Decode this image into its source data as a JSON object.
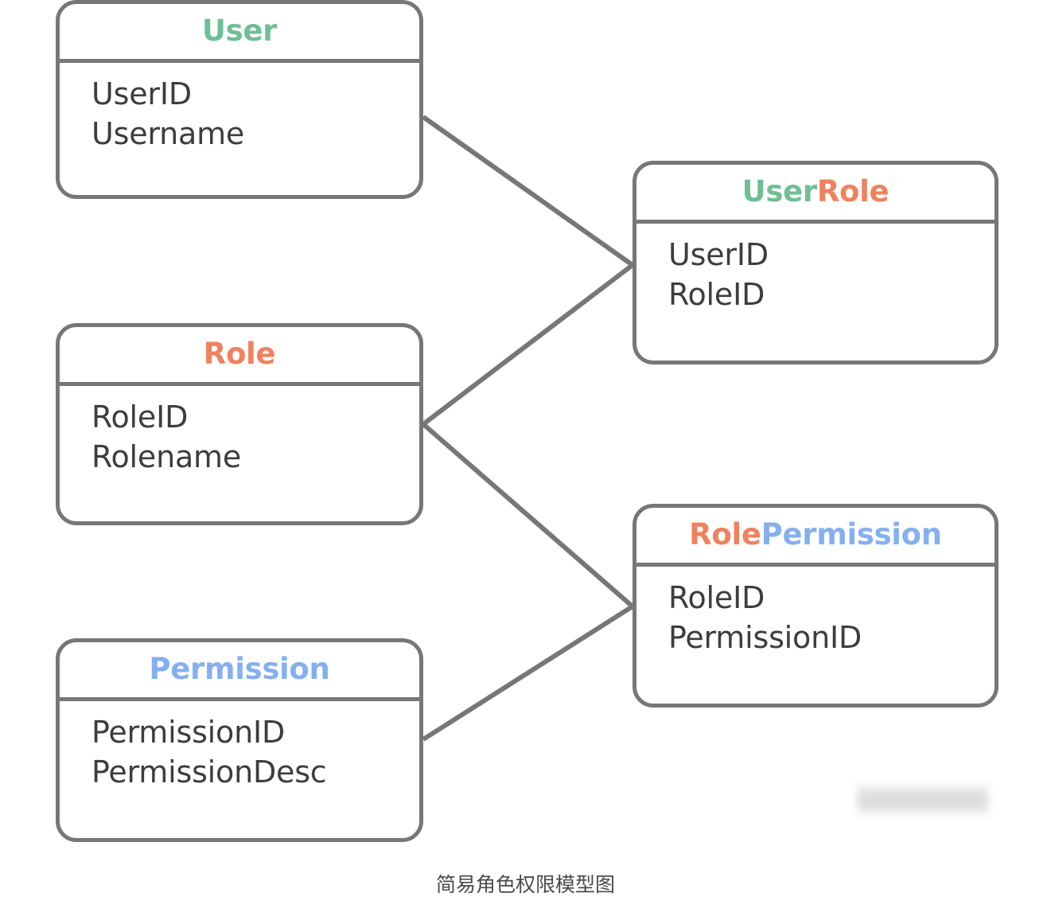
{
  "diagram": {
    "caption": "简易角色权限模型图",
    "colors": {
      "green": "#6fbf95",
      "orange": "#f0815e",
      "blue": "#84b0f0",
      "line": "#777777",
      "attribute_text": "#3d3d3d",
      "caption_text": "#4a4a4a",
      "background": "#ffffff"
    },
    "entities": [
      {
        "id": "user",
        "title_parts": [
          {
            "text": "User",
            "color_key": "green"
          }
        ],
        "attributes": [
          "UserID",
          "Username"
        ]
      },
      {
        "id": "user-role",
        "title_parts": [
          {
            "text": "User",
            "color_key": "green"
          },
          {
            "text": "Role",
            "color_key": "orange"
          }
        ],
        "attributes": [
          "UserID",
          "RoleID"
        ]
      },
      {
        "id": "role",
        "title_parts": [
          {
            "text": "Role",
            "color_key": "orange"
          }
        ],
        "attributes": [
          "RoleID",
          "Rolename"
        ]
      },
      {
        "id": "role-permission",
        "title_parts": [
          {
            "text": "Role",
            "color_key": "orange"
          },
          {
            "text": "Permission",
            "color_key": "blue"
          }
        ],
        "attributes": [
          "RoleID",
          "PermissionID"
        ]
      },
      {
        "id": "permission",
        "title_parts": [
          {
            "text": "Permission",
            "color_key": "blue"
          }
        ],
        "attributes": [
          "PermissionID",
          "PermissionDesc"
        ]
      }
    ],
    "relationships": [
      {
        "from": "user",
        "to": "user-role"
      },
      {
        "from": "role",
        "to": "user-role"
      },
      {
        "from": "role",
        "to": "role-permission"
      },
      {
        "from": "permission",
        "to": "role-permission"
      }
    ],
    "watermark": {
      "label": "blurred-watermark"
    }
  }
}
